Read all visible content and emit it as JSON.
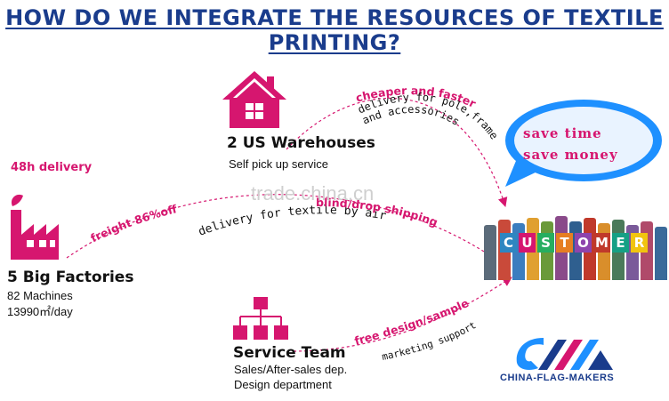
{
  "title": "HOW DO WE INTEGRATE THE RESOURCES OF TEXTILE PRINTING?",
  "warehouse": {
    "title": "2 US Warehouses",
    "sub": "Self pick up service"
  },
  "factory": {
    "badge": "48h delivery",
    "title": "5 Big Factories",
    "machines": "82 Machines",
    "capacity": "13990㎡/day"
  },
  "service": {
    "title": "Service Team",
    "line1": "Sales/After-sales dep.",
    "line2": "Design department"
  },
  "curves": {
    "top_label": "cheaper and faster",
    "top_sub1": "delivery for pole,frame",
    "top_sub2": "and accessories",
    "mid_label": "freight  86%off",
    "mid_sub": "delivery for textile by air",
    "mid_right": "blind/drop shipping",
    "bottom_label": "free design/sample",
    "bottom_sub": "marketing support"
  },
  "bubble": {
    "line1": "save time",
    "line2": "save money"
  },
  "customer": {
    "letters": [
      "C",
      "U",
      "S",
      "T",
      "O",
      "M",
      "E",
      "R"
    ]
  },
  "watermark": "trade.china.cn",
  "logo": {
    "text": "CHINA-FLAG-MAKERS"
  },
  "colors": {
    "accent": "#d6166f",
    "title": "#1a3c8c",
    "bubble": "#1e90ff"
  }
}
